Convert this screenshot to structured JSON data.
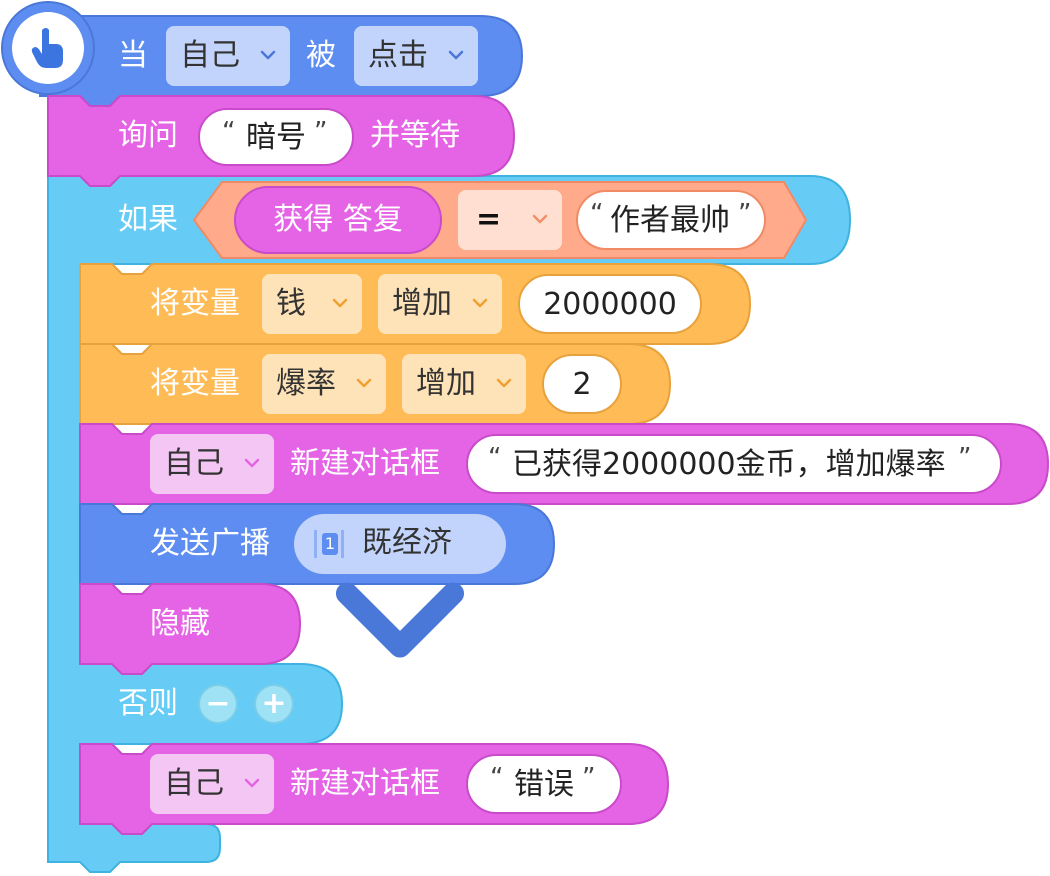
{
  "hat": {
    "prefix": "当",
    "target": "自己",
    "middle": "被",
    "event": "点击"
  },
  "ask": {
    "label": "询问",
    "question": "暗号",
    "suffix": "并等待"
  },
  "if_block": {
    "label": "如果",
    "answer_label": "获得 答复",
    "operator": "=",
    "compare_value": "作者最帅",
    "else_label": "否则",
    "minus": "−",
    "plus": "+"
  },
  "var1": {
    "label": "将变量",
    "variable": "钱",
    "action": "增加",
    "value": "2000000"
  },
  "var2": {
    "label": "将变量",
    "variable": "爆率",
    "action": "增加",
    "value": "2"
  },
  "dialog1": {
    "target": "自己",
    "label": "新建对话框",
    "text": "已获得2000000金币，增加爆率"
  },
  "broadcast": {
    "label": "发送广播",
    "badge": "1",
    "message": "既经济"
  },
  "hide": {
    "label": "隐藏"
  },
  "dialog2": {
    "target": "自己",
    "label": "新建对话框",
    "text": "错误"
  },
  "colors": {
    "event_blue": "#5d8df0",
    "sensing_pink": "#e564e5",
    "control_cyan": "#66ccf5",
    "variable_orange": "#ffbb55",
    "operator_salmon": "#ffaa8a"
  },
  "icons": {
    "hat_icon": "pointing-hand-icon"
  }
}
